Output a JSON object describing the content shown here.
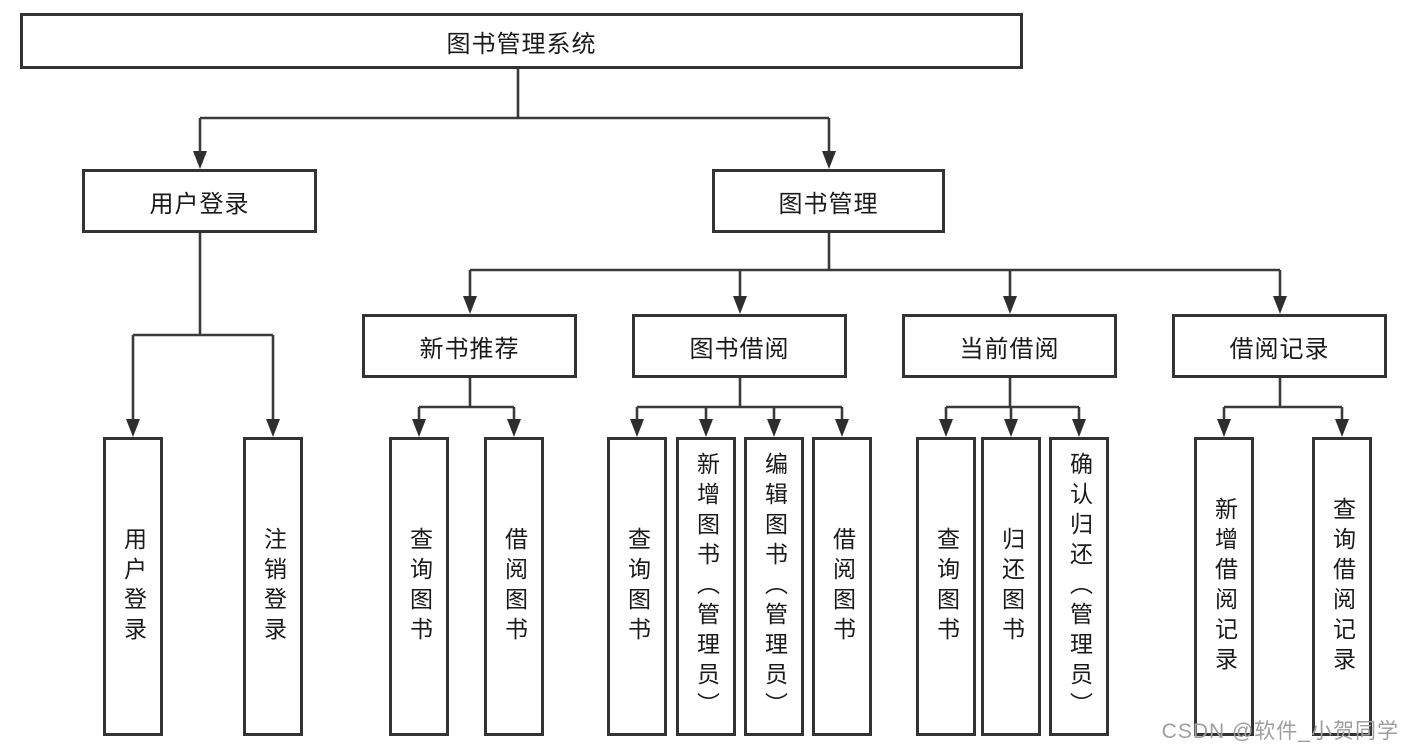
{
  "diagram": {
    "title": "图书管理系统",
    "colors": {
      "line": "#3a3a3a",
      "border": "#333333",
      "text": "#1a1a1a",
      "background": "#ffffff"
    }
  },
  "tree": {
    "root": {
      "label": "图书管理系统"
    },
    "branches": [
      {
        "label": "用户登录",
        "children": [
          {
            "label": "用户登录"
          },
          {
            "label": "注销登录"
          }
        ]
      },
      {
        "label": "图书管理",
        "children": [
          {
            "label": "新书推荐",
            "children": [
              {
                "label": "查询图书"
              },
              {
                "label": "借阅图书"
              }
            ]
          },
          {
            "label": "图书借阅",
            "children": [
              {
                "label": "查询图书"
              },
              {
                "label": "新增图书（管理员）"
              },
              {
                "label": "编辑图书（管理员）"
              },
              {
                "label": "借阅图书"
              }
            ]
          },
          {
            "label": "当前借阅",
            "children": [
              {
                "label": "查询图书"
              },
              {
                "label": "归还图书"
              },
              {
                "label": "确认归还（管理员）"
              }
            ]
          },
          {
            "label": "借阅记录",
            "children": [
              {
                "label": "新增借阅记录"
              },
              {
                "label": "查询借阅记录"
              }
            ]
          }
        ]
      }
    ]
  },
  "watermark": {
    "text": "CSDN @软件_小贺同学",
    "color": "#9e9e9e"
  }
}
